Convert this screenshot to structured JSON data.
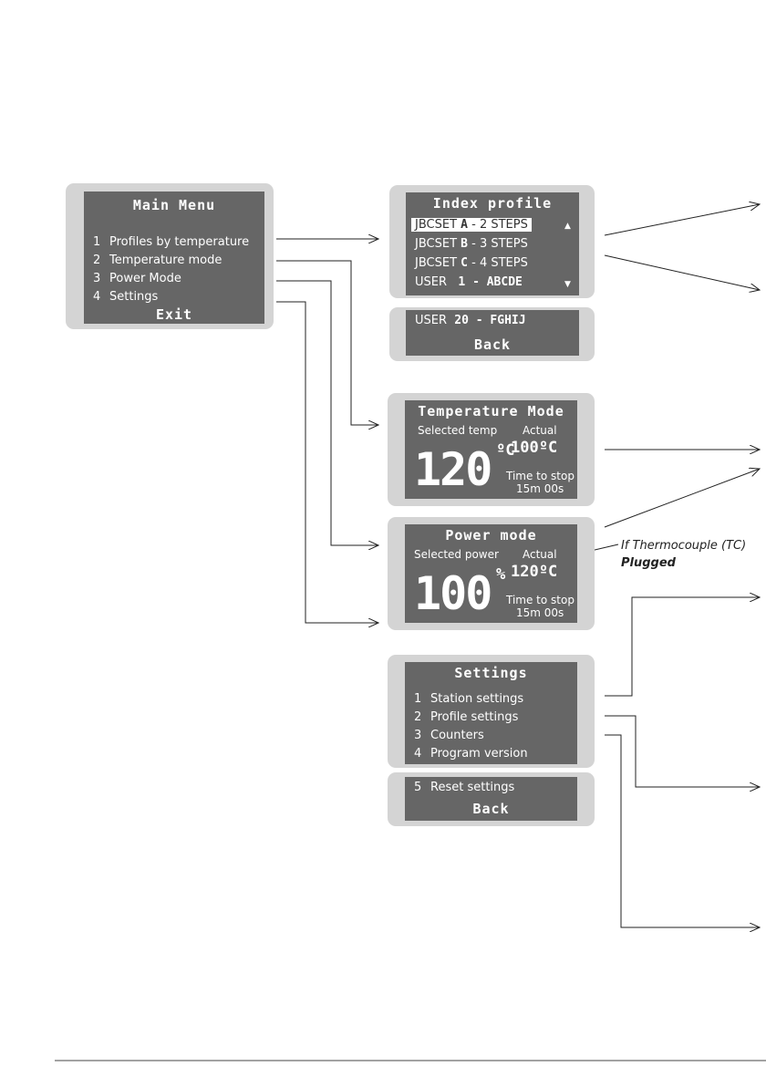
{
  "main_menu": {
    "title": "Main Menu",
    "items": [
      {
        "num": "1",
        "label": "Profiles by temperature"
      },
      {
        "num": "2",
        "label": "Temperature mode"
      },
      {
        "num": "3",
        "label": "Power Mode"
      },
      {
        "num": "4",
        "label": "Settings"
      }
    ],
    "exit_label": "Exit"
  },
  "index_profile": {
    "title": "Index profile",
    "rows": [
      {
        "prefix": "JBCSET",
        "code": "A",
        "suffix": "- 2 STEPS"
      },
      {
        "prefix": "JBCSET",
        "code": "B",
        "suffix": "- 3 STEPS"
      },
      {
        "prefix": "JBCSET",
        "code": "C",
        "suffix": "- 4 STEPS"
      },
      {
        "prefix": "USER",
        "code": "1 - ABCDE",
        "suffix": ""
      }
    ],
    "extra_row": {
      "prefix": "USER",
      "code": "20 - FGHIJ"
    },
    "back_label": "Back",
    "scroll_up": "▲",
    "scroll_down": "▼"
  },
  "temperature_mode": {
    "title": "Temperature Mode",
    "selected_label": "Selected temp",
    "actual_label": "Actual",
    "selected_value": "120",
    "selected_unit": "ºC",
    "actual_value": "100ºC",
    "time_label": "Time to stop",
    "time_value": "15m  00s"
  },
  "power_mode": {
    "title": "Power mode",
    "selected_label": "Selected power",
    "actual_label": "Actual",
    "selected_value": "100",
    "selected_unit": "%",
    "actual_value": "120ºC",
    "time_label": "Time to stop",
    "time_value": "15m  00s",
    "note_line1": "If Thermocouple (TC)",
    "note_line2": "Plugged"
  },
  "settings": {
    "title": "Settings",
    "items": [
      {
        "num": "1",
        "label": "Station settings"
      },
      {
        "num": "2",
        "label": "Profile settings"
      },
      {
        "num": "3",
        "label": "Counters"
      },
      {
        "num": "4",
        "label": "Program version"
      }
    ],
    "extra_item": {
      "num": "5",
      "label": "Reset settings"
    },
    "back_label": "Back"
  },
  "colors": {
    "screen": "#666666",
    "bezel": "#d4d4d4",
    "connector": "#222222"
  }
}
